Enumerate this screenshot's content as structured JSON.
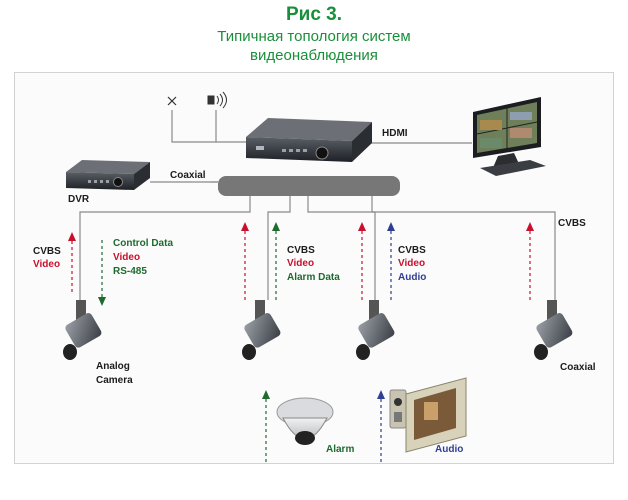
{
  "title": {
    "fig": "Рис 3.",
    "line1": "Типичная топология систем",
    "line2": "видеонаблюдения"
  },
  "labels": {
    "hdmi": "HDMI",
    "coaxial_top": "Coaxial",
    "dvr": "DVR",
    "cvbs_right": "CVBS",
    "cam1_cvbs": "CVBS",
    "cam1_video": "Video",
    "cam1_control": "Control Data",
    "cam1_video2": "Video",
    "cam1_rs485": "RS-485",
    "cam2_cvbs": "CVBS",
    "cam2_video": "Video",
    "cam2_alarm_data": "Alarm Data",
    "cam3_cvbs": "CVBS",
    "cam3_video": "Video",
    "cam3_audio": "Audio",
    "analog": "Analog",
    "camera": "Camera",
    "coaxial_cam": "Coaxial",
    "alarm": "Alarm",
    "audio": "Audio"
  },
  "colors": {
    "title_green": "#1a8f3a",
    "video_red": "#c8102e",
    "data_green": "#1e6b2e",
    "audio_blue": "#2f3e93",
    "bus_gray": "#777777"
  },
  "icons": [
    "ptz-icon",
    "speaker-icon",
    "nvr-icon",
    "dvr-icon",
    "monitor-icon",
    "bullet-camera-icon",
    "dome-camera-icon",
    "intercom-icon"
  ]
}
